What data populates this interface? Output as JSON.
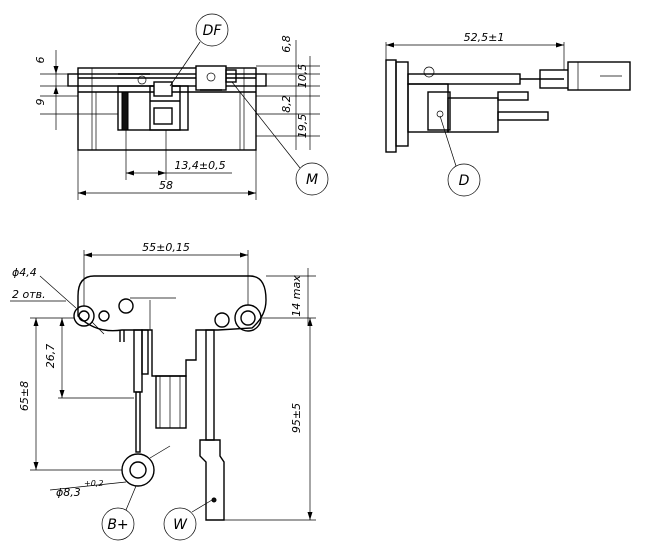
{
  "callouts": {
    "df": "DF",
    "m": "M",
    "d": "D",
    "b_plus": "B+",
    "w": "W"
  },
  "dimensions": {
    "top_width": "58",
    "center_offset": "13,4±0,5",
    "side_height_a": "6",
    "side_height_b": "9",
    "right_a": "6,8",
    "right_b": "10,5",
    "right_c": "8,2",
    "right_d": "19,5",
    "side_view_length": "52,5±1",
    "bottom_width": "55±0,15",
    "hole_dia": "ϕ4,4",
    "hole_count": "2 отв.",
    "max_height": "14 max",
    "height_a": "26,7",
    "height_b": "65±8",
    "height_c": "95±5",
    "terminal_dia": "ϕ8,3",
    "terminal_tol": "+0,2"
  }
}
